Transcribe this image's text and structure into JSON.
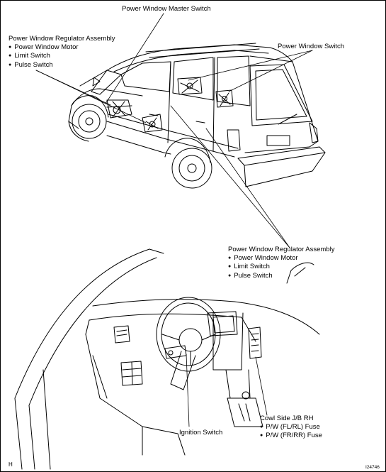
{
  "diagram": {
    "labels": {
      "master_switch": "Power Window Master Switch",
      "regulator_left": {
        "title": "Power Window Regulator Assembly",
        "items": [
          "Power Window Motor",
          "Limit Switch",
          "Pulse Switch"
        ]
      },
      "window_switch": "Power Window Switch",
      "regulator_right": {
        "title": "Power Window Regulator Assembly",
        "items": [
          "Power Window Motor",
          "Limit Switch",
          "Pulse Switch"
        ]
      },
      "ignition_switch": "Ignition Switch",
      "cowl_jb": {
        "title": "Cowl Side J/B RH",
        "items": [
          "P/W (FL/RL) Fuse",
          "P/W (FR/RR) Fuse"
        ]
      }
    },
    "corner_letter": "H",
    "figure_code": "I24746"
  }
}
